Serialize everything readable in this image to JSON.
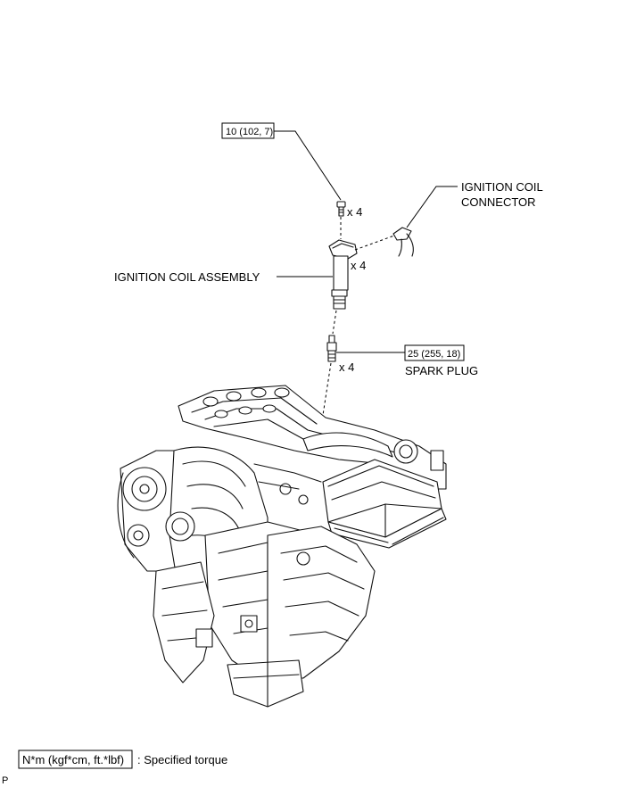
{
  "labels": {
    "bolt_torque": "10 (102, 7)",
    "bolt_qty": "x 4",
    "coil_qty": "x 4",
    "coil_assembly": "IGNITION COIL ASSEMBLY",
    "connector_line1": "IGNITION COIL",
    "connector_line2": "CONNECTOR",
    "plug_torque": "25 (255, 18)",
    "plug_qty": "x 4",
    "spark_plug": "SPARK PLUG"
  },
  "legend": {
    "unit": "N*m (kgf*cm, ft.*lbf)",
    "description": ": Specified torque"
  },
  "corner_mark": "P"
}
